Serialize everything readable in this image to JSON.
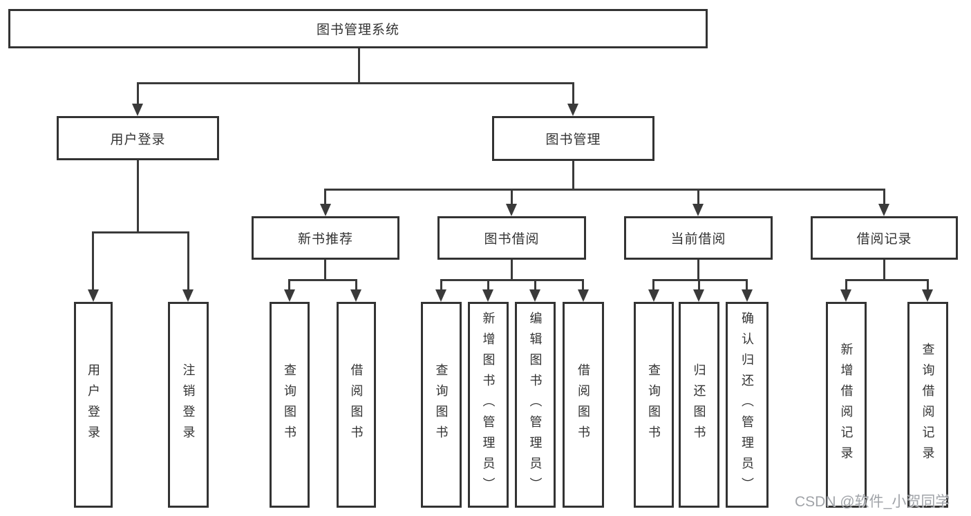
{
  "diagram": {
    "root": {
      "label": "图书管理系统",
      "children": [
        {
          "label": "用户登录",
          "children": [
            {
              "label": "用户登录"
            },
            {
              "label": "注销登录"
            }
          ]
        },
        {
          "label": "图书管理",
          "children": [
            {
              "label": "新书推荐",
              "children": [
                {
                  "label": "查询图书"
                },
                {
                  "label": "借阅图书"
                }
              ]
            },
            {
              "label": "图书借阅",
              "children": [
                {
                  "label": "查询图书"
                },
                {
                  "label": "新增图书（管理员）"
                },
                {
                  "label": "编辑图书（管理员）"
                },
                {
                  "label": "借阅图书"
                }
              ]
            },
            {
              "label": "当前借阅",
              "children": [
                {
                  "label": "查询图书"
                },
                {
                  "label": "归还图书"
                },
                {
                  "label": "确认归还（管理员）"
                }
              ]
            },
            {
              "label": "借阅记录",
              "children": [
                {
                  "label": "新增借阅记录"
                },
                {
                  "label": "查询借阅记录"
                }
              ]
            }
          ]
        }
      ]
    }
  },
  "watermark": {
    "text": "CSDN @软件_小贺同学"
  },
  "colors": {
    "line": "#3a3a3a",
    "box_border": "#333333",
    "text": "#333333",
    "background": "#ffffff",
    "watermark": "#96999e"
  }
}
